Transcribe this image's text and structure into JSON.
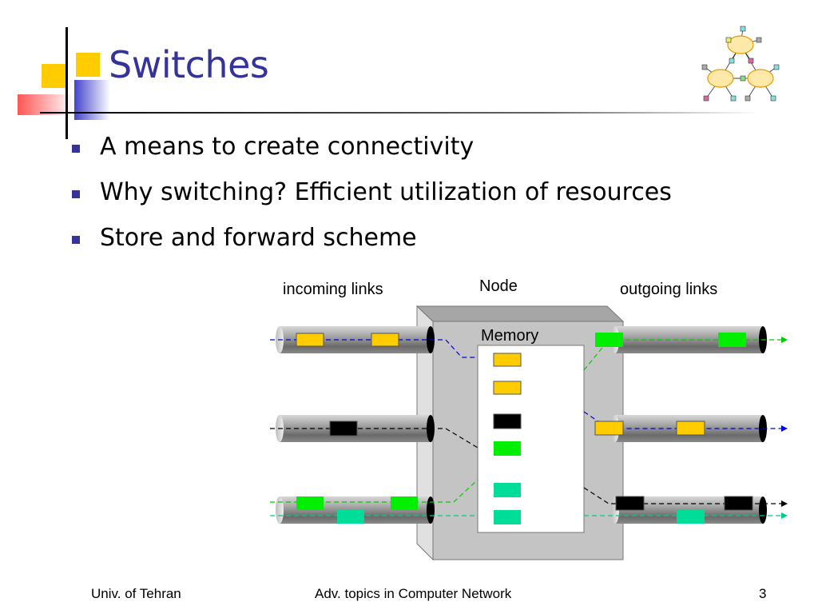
{
  "slide": {
    "title": "Switches",
    "bullets": [
      "A means to create connectivity",
      "Why switching? Efficient utilization of resources",
      "Store and forward scheme"
    ]
  },
  "diagram": {
    "incoming_label": "incoming links",
    "node_label": "Node",
    "outgoing_label": "outgoing links",
    "memory_label": "Memory",
    "colors": {
      "yellow": "#ffcc00",
      "black": "#000000",
      "green": "#00ee00",
      "teal": "#00dd99",
      "blue_line": "#0000dd",
      "pipe": "#999999",
      "box": "#c4c4c4"
    },
    "logo_icon": "network-clouds-icon"
  },
  "footer": {
    "left": "Univ. of Tehran",
    "center": "Adv. topics in Computer Network",
    "page": "3"
  },
  "colors": {
    "title": "#333399",
    "bullet_marker": "#333399",
    "accent_yellow": "#ffcc00",
    "accent_red": "#ff6666"
  }
}
